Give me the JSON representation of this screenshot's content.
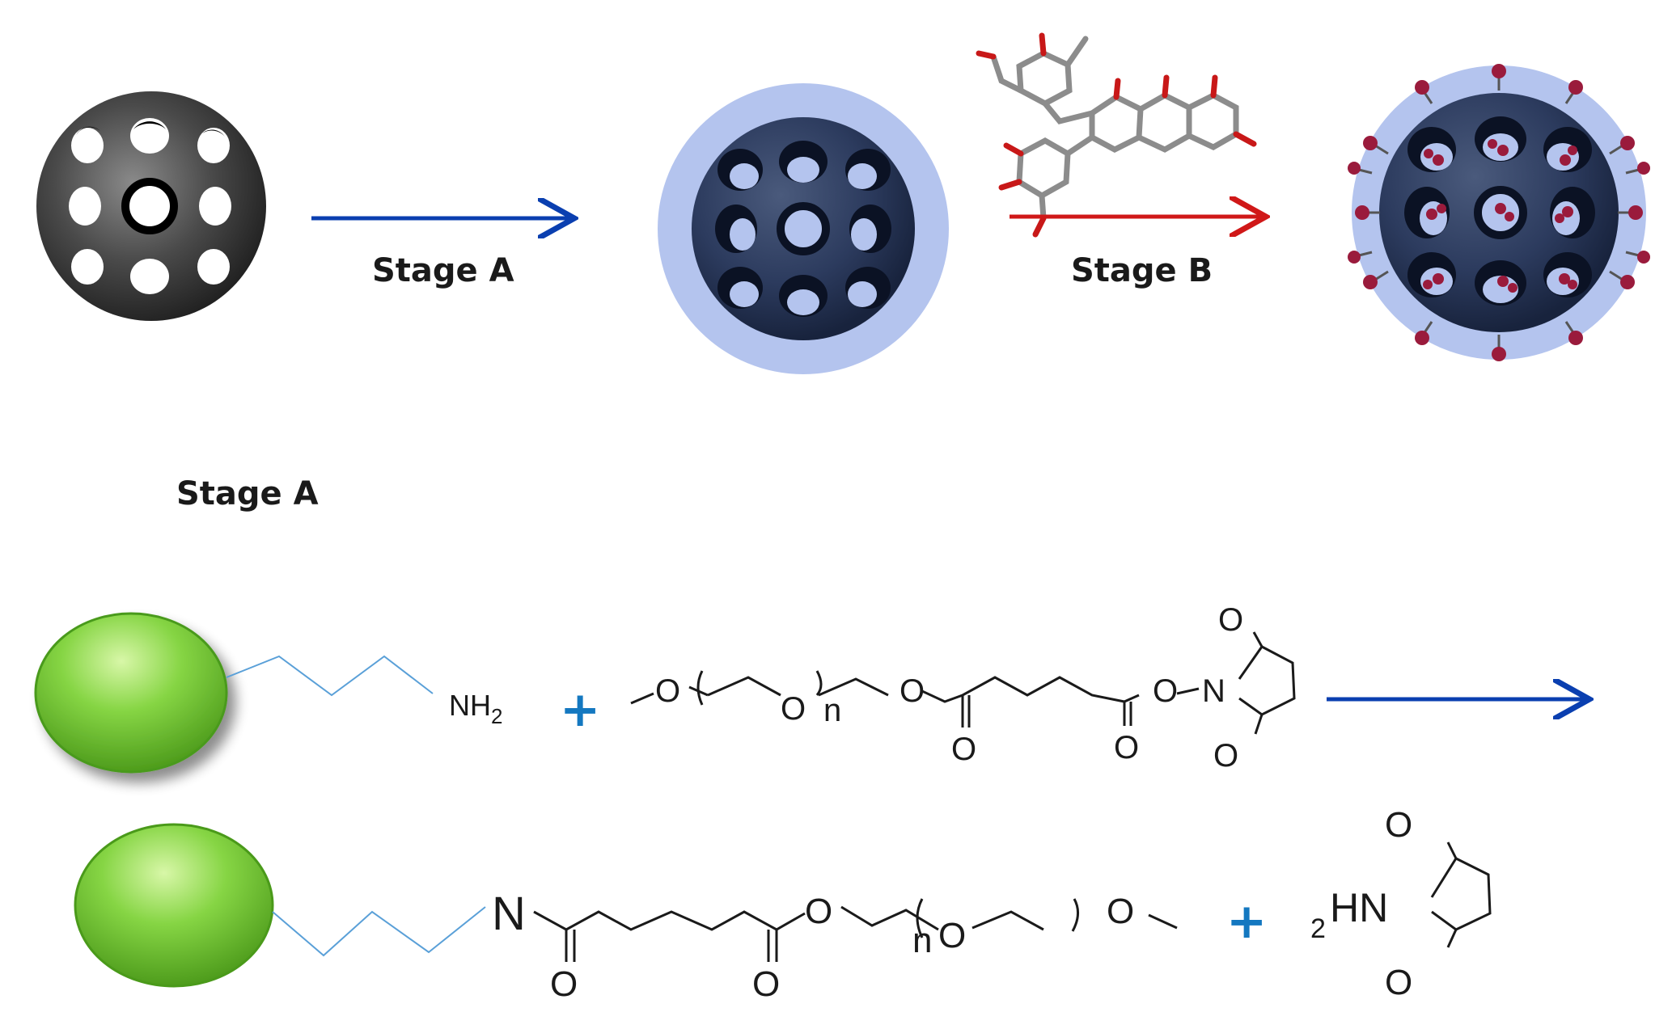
{
  "top_row": {
    "stage_a_label": "Stage A",
    "stage_b_label": "Stage B",
    "arrow_a_color": "#0a3fb0",
    "arrow_b_color": "#d01818",
    "bare_particle_color": "#3c3c3c",
    "coated_shell_color": "#b4c4ee",
    "core_color": "#2a3a5c",
    "drug_color": "#9a1b3c"
  },
  "scheme": {
    "heading": "Stage A",
    "row1": {
      "amine_label": "NH",
      "amine_subscript": "2",
      "plus": "+",
      "repeat_n": "n",
      "atom_O": "O",
      "atom_N": "N",
      "arrow_color": "#0a3fb0"
    },
    "row2": {
      "amide_N": "N",
      "repeat_n": "n",
      "atom_O": "O",
      "plus": "+",
      "byproduct_prefix": "2",
      "byproduct_HN": "HN"
    },
    "bead_color": "#7ed13c"
  }
}
